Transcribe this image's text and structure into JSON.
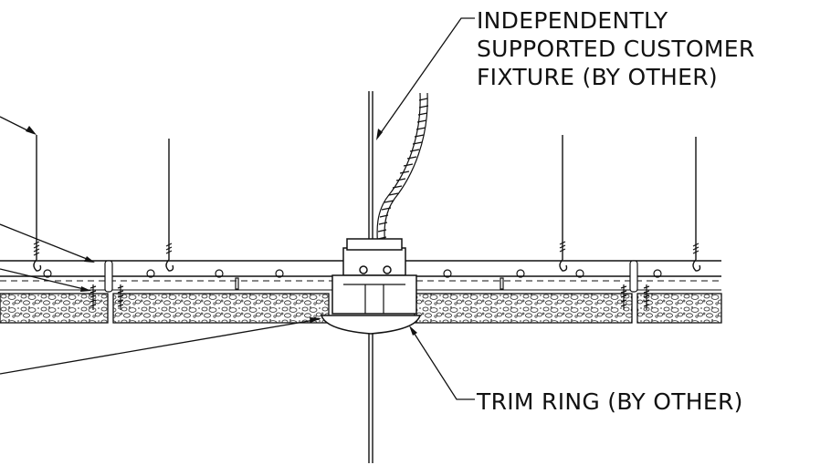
{
  "callouts": {
    "fixture": {
      "lines": [
        "INDEPENDENTLY",
        "SUPPORTED CUSTOMER",
        "FIXTURE (BY OTHER)"
      ]
    },
    "trim_ring": {
      "text": "TRIM RING (BY OTHER)"
    }
  },
  "colors": {
    "ink": "#111111",
    "background": "#ffffff"
  }
}
